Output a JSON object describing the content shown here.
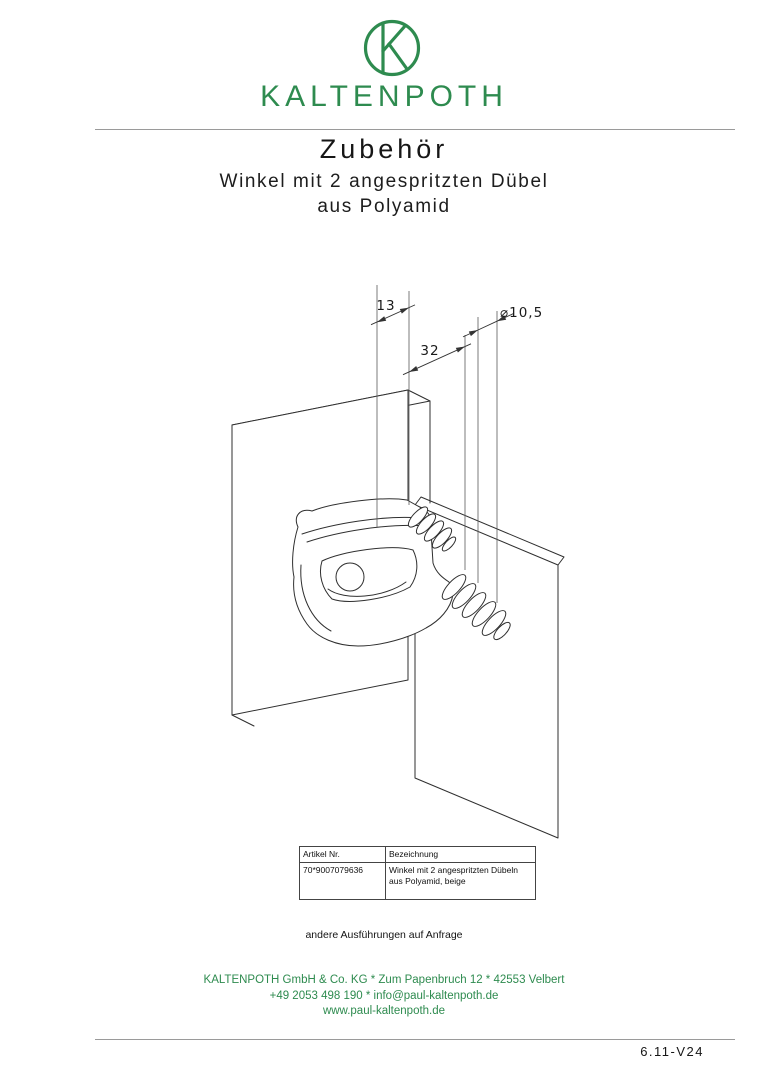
{
  "header": {
    "brand": "KALTENPOTH",
    "title": "Zubehör",
    "subtitle1": "Winkel mit 2 angespritzten Dübel",
    "subtitle2": "aus Polyamid"
  },
  "drawing": {
    "dim_13": "13",
    "dim_32": "32",
    "dim_diameter": "⌀10,5"
  },
  "table": {
    "headers": [
      "Artikel Nr.",
      "Bezeichnung"
    ],
    "rows": [
      [
        "70*9007079636",
        "Winkel mit 2 angespritzten Dübeln aus Polyamid, beige"
      ]
    ]
  },
  "note": "andere Ausführungen auf Anfrage",
  "footer": {
    "line1": "KALTENPOTH GmbH & Co. KG * Zum Papenbruch 12 * 42553 Velbert",
    "line2": "+49 2053 498 190 * info@paul-kaltenpoth.de",
    "line3": "www.paul-kaltenpoth.de",
    "version": "6.11-V24"
  },
  "colors": {
    "brand_green": "#2e8b4f"
  }
}
